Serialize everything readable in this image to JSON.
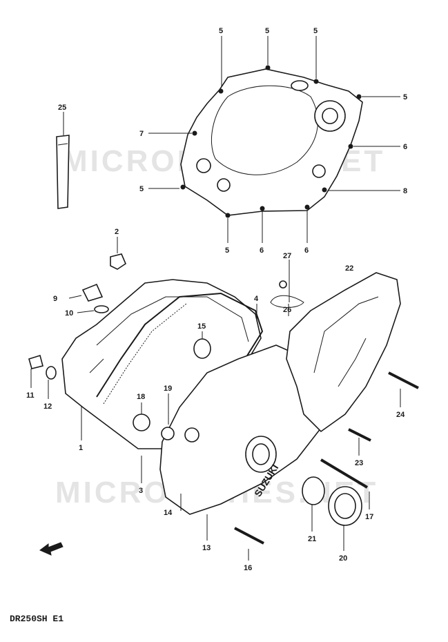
{
  "diagram_code": "DR250SH E1",
  "watermark_text": "MICROFICHES.NET",
  "cover_brand": "SUZUKI",
  "callouts": [
    {
      "id": "c5a",
      "label": "5"
    },
    {
      "id": "c5b",
      "label": "5"
    },
    {
      "id": "c5c",
      "label": "5"
    },
    {
      "id": "c5d",
      "label": "5"
    },
    {
      "id": "c7",
      "label": "7"
    },
    {
      "id": "c6a",
      "label": "6"
    },
    {
      "id": "c5e",
      "label": "5"
    },
    {
      "id": "c8",
      "label": "8"
    },
    {
      "id": "c5f",
      "label": "5"
    },
    {
      "id": "c6b",
      "label": "6"
    },
    {
      "id": "c6c",
      "label": "6"
    },
    {
      "id": "c25",
      "label": "25"
    },
    {
      "id": "c2",
      "label": "2"
    },
    {
      "id": "c27",
      "label": "27"
    },
    {
      "id": "c22",
      "label": "22"
    },
    {
      "id": "c9",
      "label": "9"
    },
    {
      "id": "c10",
      "label": "10"
    },
    {
      "id": "c4",
      "label": "4"
    },
    {
      "id": "c26",
      "label": "26"
    },
    {
      "id": "c15",
      "label": "15"
    },
    {
      "id": "c11",
      "label": "11"
    },
    {
      "id": "c12",
      "label": "12"
    },
    {
      "id": "c1",
      "label": "1"
    },
    {
      "id": "c18",
      "label": "18"
    },
    {
      "id": "c19",
      "label": "19"
    },
    {
      "id": "c24",
      "label": "24"
    },
    {
      "id": "c23",
      "label": "23"
    },
    {
      "id": "c3",
      "label": "3"
    },
    {
      "id": "c14",
      "label": "14"
    },
    {
      "id": "c17",
      "label": "17"
    },
    {
      "id": "c13",
      "label": "13"
    },
    {
      "id": "c21",
      "label": "21"
    },
    {
      "id": "c16",
      "label": "16"
    },
    {
      "id": "c20",
      "label": "20"
    }
  ]
}
